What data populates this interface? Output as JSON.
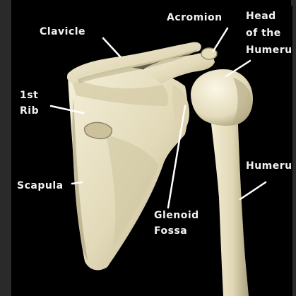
{
  "labels": {
    "acromion": "Acromion",
    "head_line1": "Head",
    "head_line2": "of the",
    "head_line3": "Humeru",
    "clavicle": "Clavicle",
    "rib_line1": "1st",
    "rib_line2": "Rib",
    "humerus": "Humeru",
    "scapula": "Scapula",
    "glenoid_line1": "Glenoid",
    "glenoid_line2": "Fossa"
  },
  "colors": {
    "bone_light": "#efe9cf",
    "bone_mid": "#d9d0ad",
    "bone_shadow": "#a89e7c",
    "background": "#000000",
    "label_text": "#f2f2f2"
  }
}
